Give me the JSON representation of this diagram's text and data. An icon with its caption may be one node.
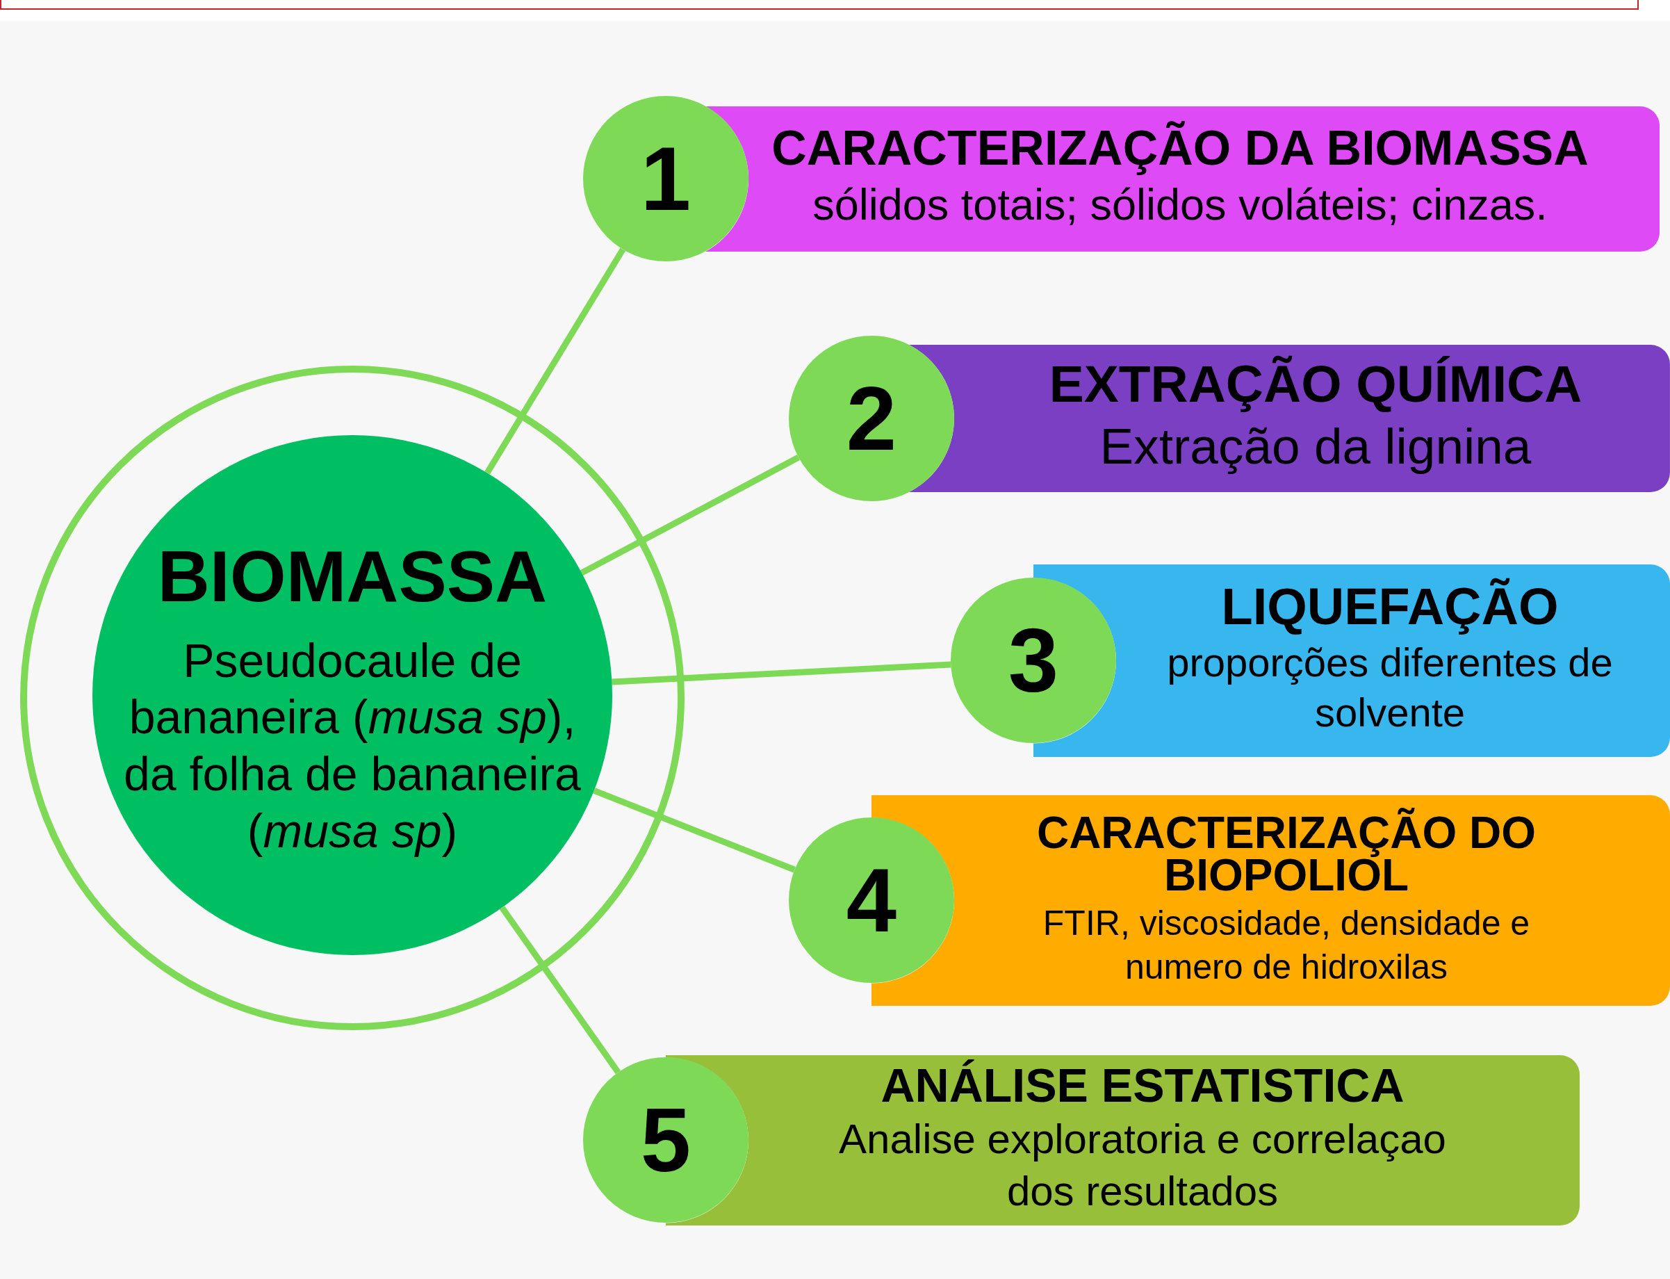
{
  "diagram": {
    "nodes": [
      {
        "text": [
          "BIOMASSA",
          "Pseudocaule de bananeira (*musa sp*), da folha de bananeira (*musa sp*)"
        ]
      },
      {
        "text": [
          "1"
        ]
      },
      {
        "text": [
          "CARACTERIZAÇÃO DA BIOMASSA",
          "sólidos totais; sólidos voláteis; cinzas."
        ]
      },
      {
        "text": [
          "2"
        ]
      },
      {
        "text": [
          "EXTRAÇÃO QUÍMICA",
          "Extração da lignina"
        ]
      },
      {
        "text": [
          "3"
        ]
      },
      {
        "text": [
          "LIQUEFAÇÃO",
          "proporções diferentes de solvente"
        ]
      },
      {
        "text": [
          "4"
        ]
      },
      {
        "text": [
          "CARACTERIZAÇÃO DO BIOPOLIOL",
          "FTIR, viscosidade, densidade e numero de hidroxilas"
        ]
      },
      {
        "text": [
          "5"
        ]
      },
      {
        "text": [
          "ANÁLISE ESTATISTICA",
          "Analise exploratoria e correlaçao dos resultados"
        ]
      }
    ],
    "edges": [
      {
        "from": 0,
        "to": 1,
        "arrow": "none"
      },
      {
        "from": 0,
        "to": 3,
        "arrow": "none"
      },
      {
        "from": 0,
        "to": 5,
        "arrow": "none"
      },
      {
        "from": 0,
        "to": 7,
        "arrow": "none"
      },
      {
        "from": 0,
        "to": 9,
        "arrow": "none"
      }
    ]
  }
}
